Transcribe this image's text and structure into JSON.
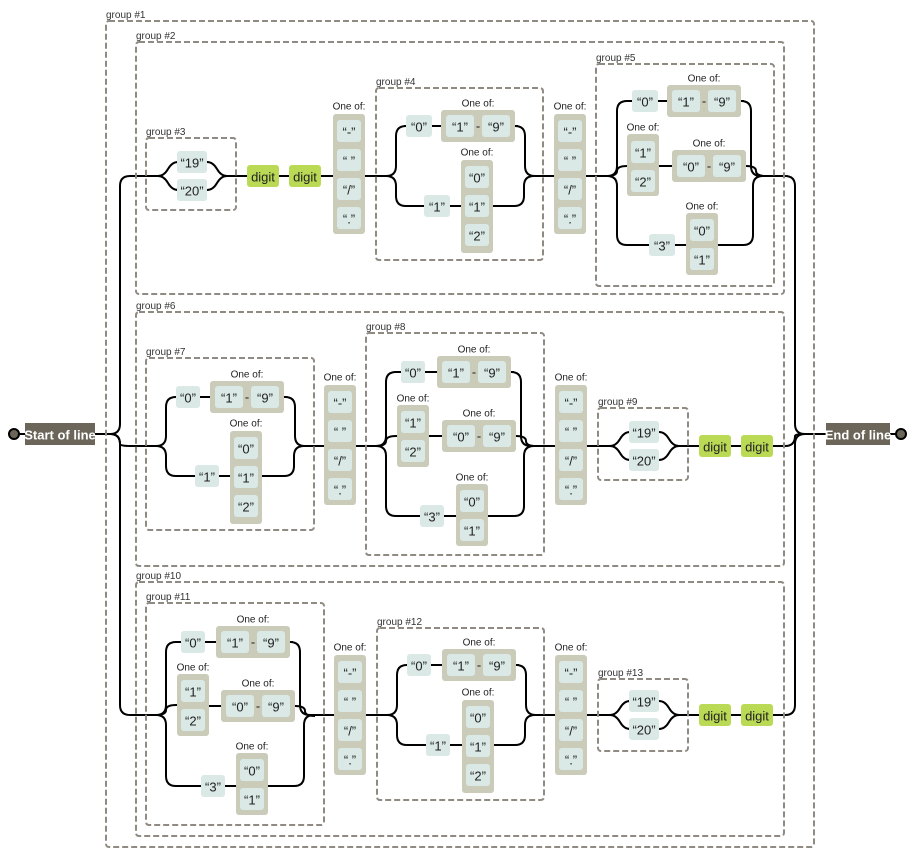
{
  "diagram": {
    "title": "Regular expression railroad diagram (date pattern)",
    "start_label": "Start of line",
    "end_label": "End of line",
    "one_of_label": "One of:",
    "digit_label": "digit",
    "range_dash": "-",
    "groups": [
      {
        "id": 1,
        "label": "group #1"
      },
      {
        "id": 2,
        "label": "group #2"
      },
      {
        "id": 3,
        "label": "group #3"
      },
      {
        "id": 4,
        "label": "group #4"
      },
      {
        "id": 5,
        "label": "group #5"
      },
      {
        "id": 6,
        "label": "group #6"
      },
      {
        "id": 7,
        "label": "group #7"
      },
      {
        "id": 8,
        "label": "group #8"
      },
      {
        "id": 9,
        "label": "group #9"
      },
      {
        "id": 10,
        "label": "group #10"
      },
      {
        "id": 11,
        "label": "group #11"
      },
      {
        "id": 12,
        "label": "group #12"
      },
      {
        "id": 13,
        "label": "group #13"
      }
    ],
    "literals": {
      "century": [
        "“19”",
        "“20”"
      ],
      "separators": [
        "“-”",
        "“ ”",
        "“/”",
        "“.”"
      ],
      "zero": "“0”",
      "one": "“1”",
      "two": "“2”",
      "three": "“3”",
      "nine": "“9”",
      "month_second": [
        "“0”",
        "“1”",
        "“2”"
      ],
      "day_first": [
        "“1”",
        "“2”"
      ],
      "day_last": [
        "“0”",
        "“1”"
      ]
    },
    "colors": {
      "literal": "#dae9e5",
      "one_of": "#cbcbba",
      "digit": "#bada55",
      "anchor": "#6b6659",
      "group_border": "#8f8b82"
    }
  }
}
